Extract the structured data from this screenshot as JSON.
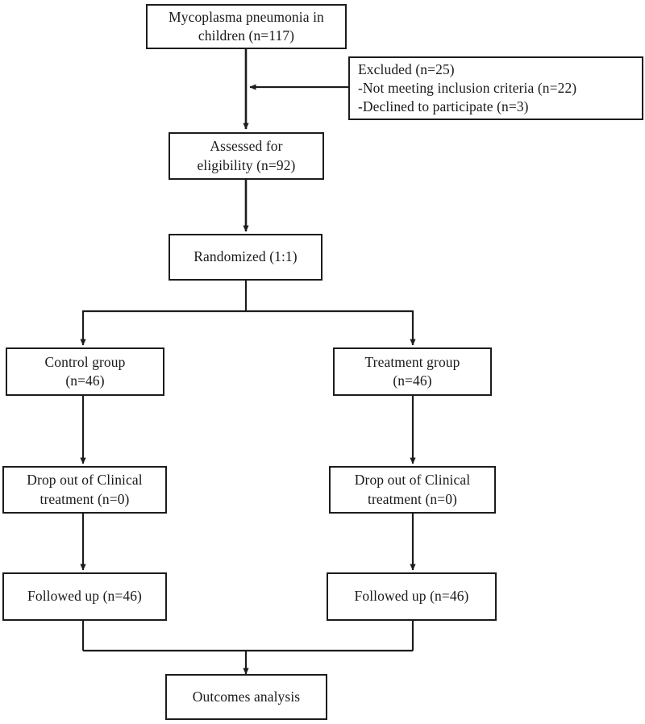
{
  "diagram": {
    "title": "CONSORT participant flow diagram",
    "type": "flowchart",
    "line_color": "#1c1c1c",
    "box_fill": "#ffffff",
    "text_color": "#1a1a1a",
    "nodes": {
      "enrollment": {
        "label": "Mycoplasma pneumonia in\nchildren (n=117)",
        "count": 117
      },
      "excluded": {
        "label": "Excluded (n=25)\n-Not meeting inclusion criteria (n=22)\n-Declined to participate (n=3)",
        "count": 25,
        "reasons": [
          {
            "text": "-Not meeting inclusion criteria (n=22)",
            "count": 22
          },
          {
            "text": "-Declined to participate (n=3)",
            "count": 3
          }
        ]
      },
      "assessed": {
        "label": "Assessed for\neligibility (n=92)",
        "count": 92
      },
      "randomized": {
        "label": "Randomized (1:1)",
        "ratio": "1:1"
      },
      "control_group": {
        "label": "Control group\n(n=46)",
        "count": 46
      },
      "treatment_group": {
        "label": "Treatment group\n(n=46)",
        "count": 46
      },
      "control_dropout": {
        "label": "Drop out of Clinical\ntreatment (n=0)",
        "count": 0
      },
      "treatment_dropout": {
        "label": "Drop out of Clinical\ntreatment (n=0)",
        "count": 0
      },
      "control_followup": {
        "label": "Followed up (n=46)",
        "count": 46
      },
      "treatment_followup": {
        "label": "Followed up (n=46)",
        "count": 46
      },
      "outcomes": {
        "label": "Outcomes analysis"
      }
    }
  }
}
